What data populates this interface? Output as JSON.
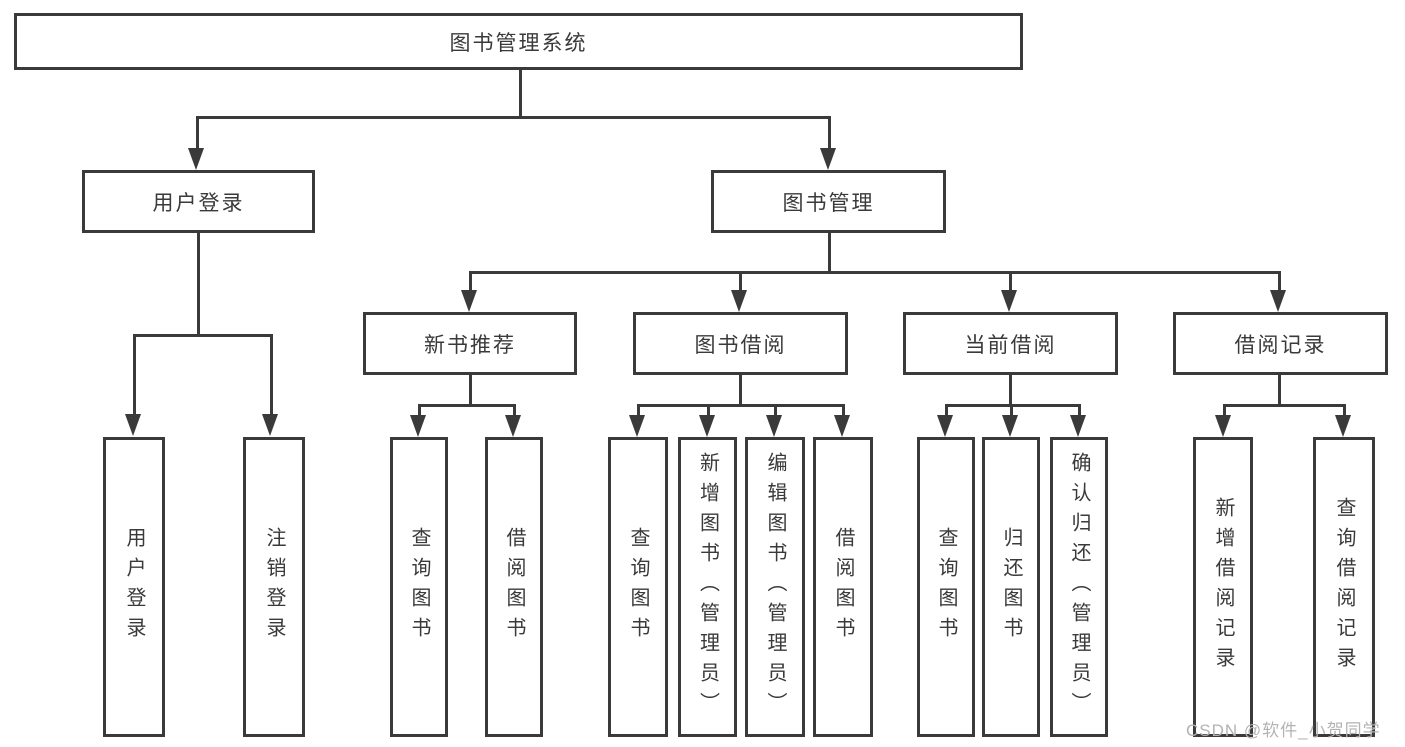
{
  "diagram": {
    "root": {
      "label": "图书管理系统"
    },
    "branches": [
      {
        "label": "用户登录",
        "children": [
          {
            "label": "用户登录"
          },
          {
            "label": "注销登录"
          }
        ]
      },
      {
        "label": "图书管理",
        "children": [
          {
            "label": "新书推荐",
            "children": [
              {
                "label": "查询图书"
              },
              {
                "label": "借阅图书"
              }
            ]
          },
          {
            "label": "图书借阅",
            "children": [
              {
                "label": "查询图书"
              },
              {
                "label": "新增图书（管理员）"
              },
              {
                "label": "编辑图书（管理员）"
              },
              {
                "label": "借阅图书"
              }
            ]
          },
          {
            "label": "当前借阅",
            "children": [
              {
                "label": "查询图书"
              },
              {
                "label": "归还图书"
              },
              {
                "label": "确认归还（管理员）"
              }
            ]
          },
          {
            "label": "借阅记录",
            "children": [
              {
                "label": "新增借阅记录"
              },
              {
                "label": "查询借阅记录"
              }
            ]
          }
        ]
      }
    ]
  },
  "watermark": "CSDN @软件_小贺同学",
  "colors": {
    "line": "#3a3a3a",
    "text": "#3a3a3a",
    "watermark": "#b3b3b3",
    "background": "#ffffff"
  }
}
